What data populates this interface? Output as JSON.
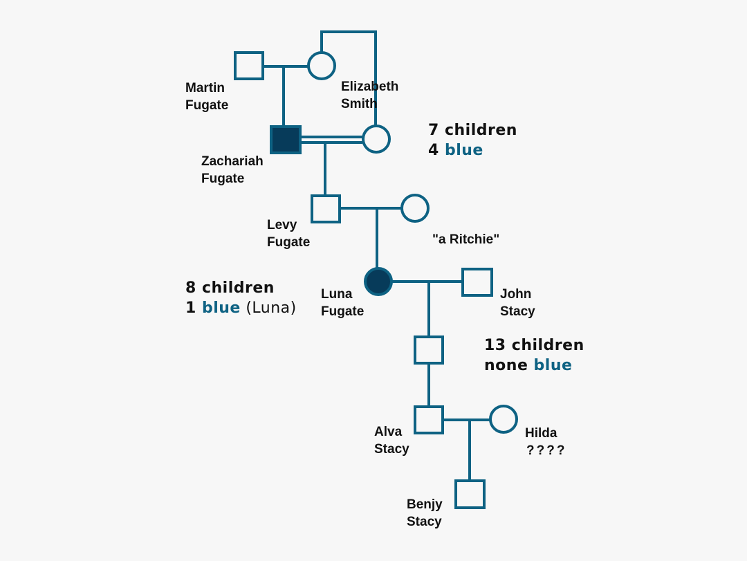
{
  "colors": {
    "line": "#0e6283",
    "affected_fill": "#073b5a",
    "blue_text": "#0e6283",
    "background": "#f7f7f7"
  },
  "people": {
    "martin": {
      "first": "Martin",
      "last": "Fugate",
      "sex": "male",
      "affected": false
    },
    "elizabeth": {
      "first": "Elizabeth",
      "last": "Smith",
      "sex": "female",
      "affected": false
    },
    "zachariah": {
      "first": "Zachariah",
      "last": "Fugate",
      "sex": "male",
      "affected": true
    },
    "zachariah_wife": {
      "sex": "female",
      "affected": false
    },
    "levy": {
      "first": "Levy",
      "last": "Fugate",
      "sex": "male",
      "affected": false
    },
    "ritchie": {
      "name": "\"a Ritchie\"",
      "sex": "female",
      "affected": false
    },
    "luna": {
      "first": "Luna",
      "last": "Fugate",
      "sex": "female",
      "affected": true
    },
    "john": {
      "first": "John",
      "last": "Stacy",
      "sex": "male",
      "affected": false
    },
    "stacy_child": {
      "sex": "male",
      "affected": false
    },
    "alva": {
      "first": "Alva",
      "last": "Stacy",
      "sex": "male",
      "affected": false
    },
    "hilda": {
      "first": "Hilda",
      "last": "????",
      "sex": "female",
      "affected": false
    },
    "benjy": {
      "first": "Benjy",
      "last": "Stacy",
      "sex": "male",
      "affected": false
    }
  },
  "notes": {
    "gen2": {
      "line1": "7 children",
      "line2_prefix": "4 ",
      "line2_blue": "blue"
    },
    "gen3": {
      "line1": "8 children",
      "line2_prefix": "1 ",
      "line2_blue": "blue",
      "line2_suffix": " (Luna)"
    },
    "gen4": {
      "line1": "13 children",
      "line2_prefix": "none ",
      "line2_blue": "blue"
    }
  }
}
